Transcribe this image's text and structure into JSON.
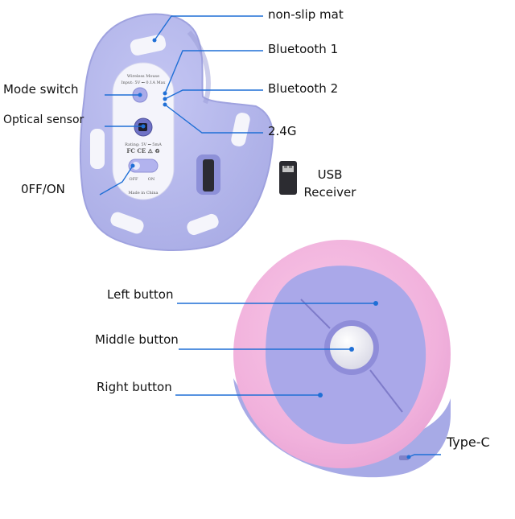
{
  "labels": {
    "non_slip_mat": "non-slip mat",
    "bluetooth_1": "Bluetooth 1",
    "bluetooth_2": "Bluetooth 2",
    "mode_2_4g": "2.4G",
    "mode_switch": "Mode switch",
    "optical_sensor": "Optical sensor",
    "off_on": "0FF/ON",
    "usb_receiver_line1": "USB",
    "usb_receiver_line2": "Receiver",
    "left_button": "Left button",
    "middle_button": "Middle button",
    "right_button": "Right button",
    "type_c": "Type-C"
  },
  "sticker": {
    "line1": "Wireless Mouse",
    "line2": "Input: 5V ⎓ 0.1A Max",
    "line3": "Rating: 5V ⎓ 5mA",
    "line4": "Made in China",
    "switch_off": "OFF",
    "switch_on": "ON"
  },
  "colors": {
    "body_lavender": "#b6b8ee",
    "body_edge": "#9fa2df",
    "top_pink": "#f3b4de",
    "button_lavender": "#a8a5e8",
    "pointer_blue": "#1f6fd6"
  }
}
